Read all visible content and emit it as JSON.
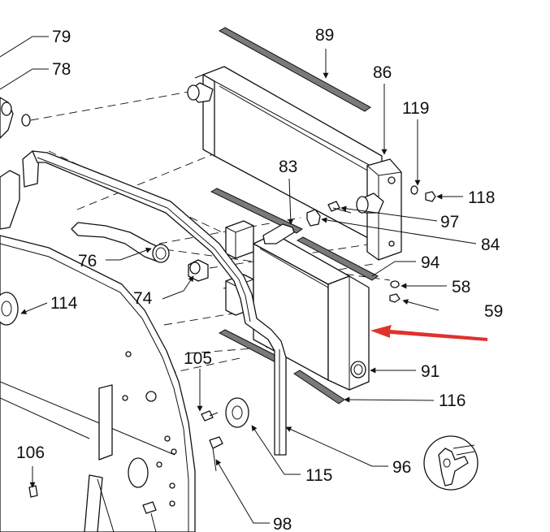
{
  "diagram": {
    "callouts": [
      {
        "id": "c79",
        "text": "79"
      },
      {
        "id": "c78",
        "text": "78"
      },
      {
        "id": "c89",
        "text": "89"
      },
      {
        "id": "c86",
        "text": "86"
      },
      {
        "id": "c119",
        "text": "119"
      },
      {
        "id": "c83",
        "text": "83"
      },
      {
        "id": "c118",
        "text": "118"
      },
      {
        "id": "c97",
        "text": "97"
      },
      {
        "id": "c84",
        "text": "84"
      },
      {
        "id": "c94",
        "text": "94"
      },
      {
        "id": "c58",
        "text": "58"
      },
      {
        "id": "c59",
        "text": "59"
      },
      {
        "id": "c76",
        "text": "76"
      },
      {
        "id": "c114",
        "text": "114"
      },
      {
        "id": "c74",
        "text": "74"
      },
      {
        "id": "c91",
        "text": "91"
      },
      {
        "id": "c105",
        "text": "105"
      },
      {
        "id": "c116",
        "text": "116"
      },
      {
        "id": "c106",
        "text": "106"
      },
      {
        "id": "c115",
        "text": "115"
      },
      {
        "id": "c96",
        "text": "96"
      },
      {
        "id": "c98",
        "text": "98"
      }
    ],
    "highlight_arrow_color": "#e0312b",
    "line_color": "#111111"
  }
}
